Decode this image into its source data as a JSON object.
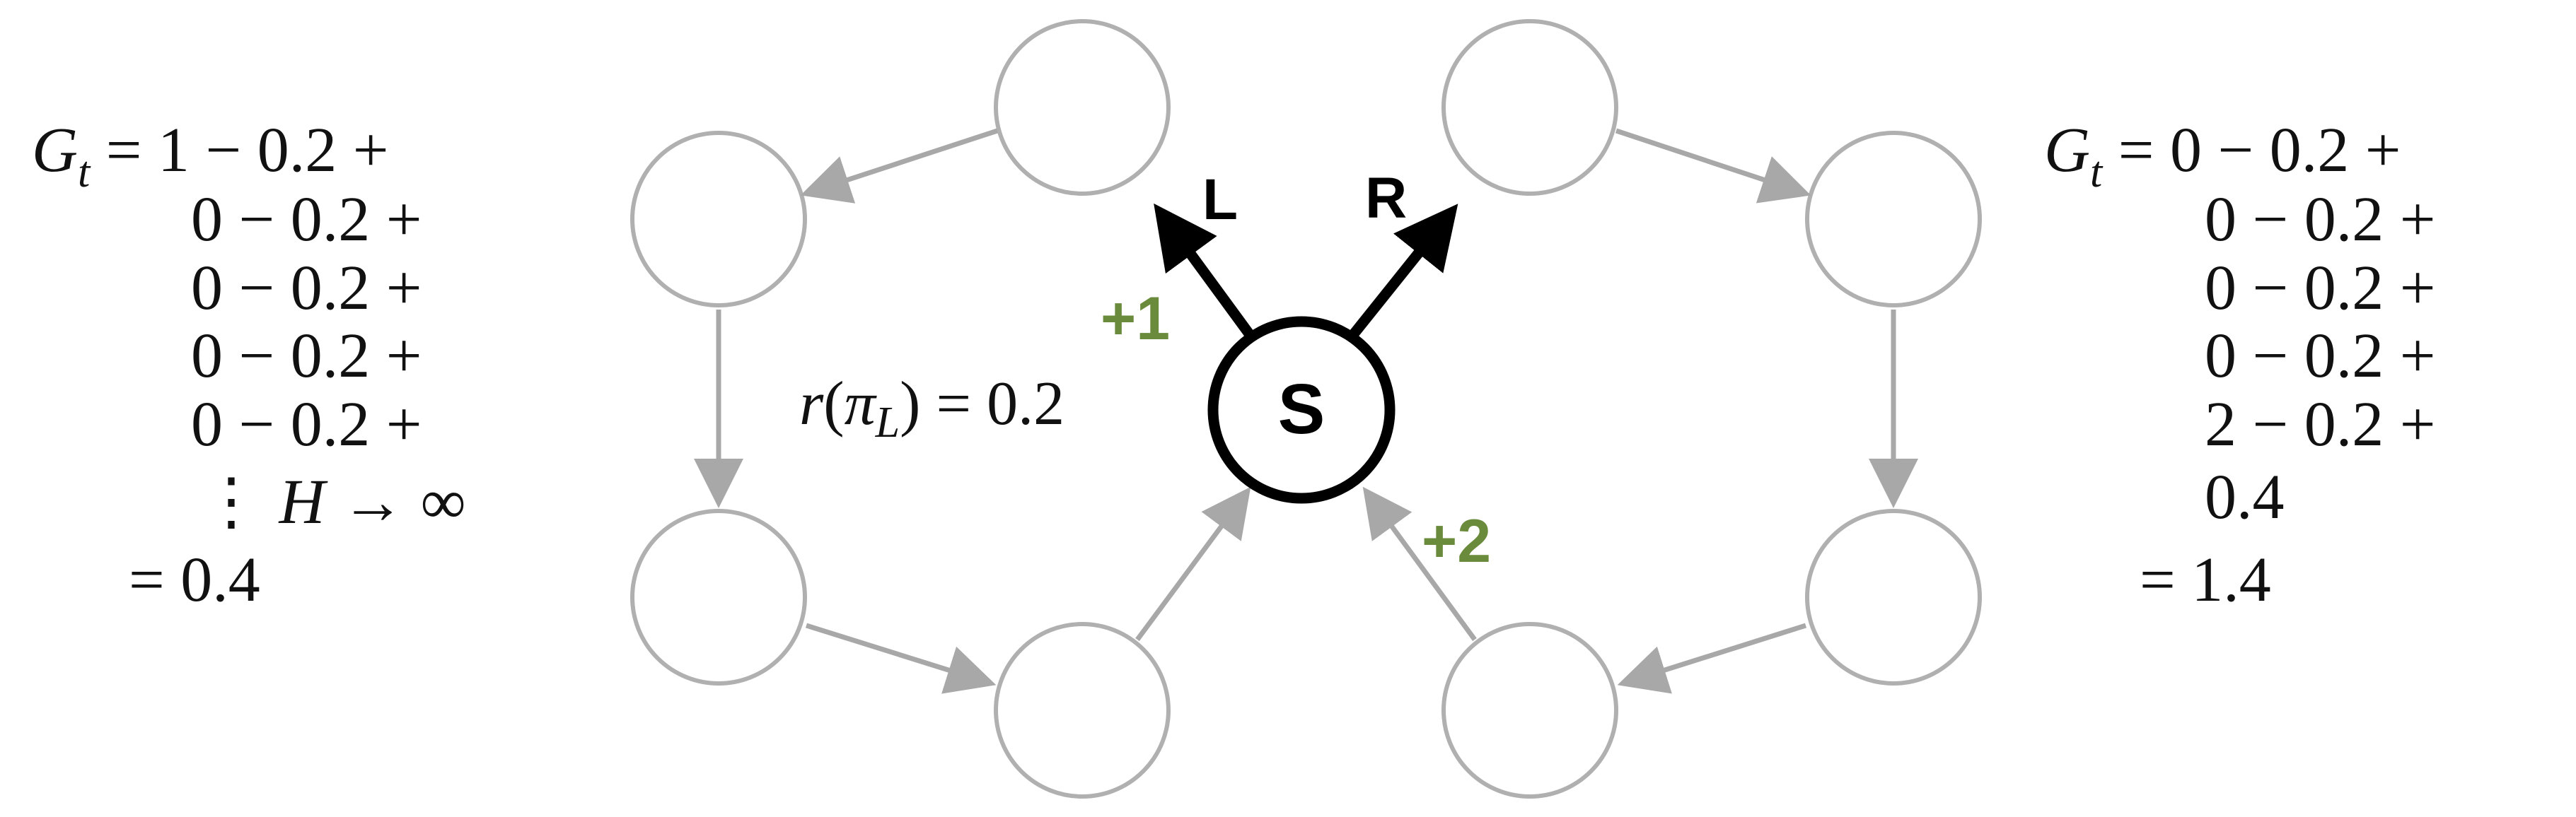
{
  "colors": {
    "node_stroke": "#b0b0b0",
    "edge": "#a8a8a8",
    "start_node": "#000000",
    "reward": "#6a8a3c",
    "text": "#111111"
  },
  "diagram": {
    "start_node_label": "S",
    "action_left_label": "L",
    "action_right_label": "R",
    "reward_left": "+1",
    "reward_right": "+2"
  },
  "policy_reward": {
    "r": "r",
    "pi": "π",
    "sub": "L",
    "value": "= 0.2"
  },
  "left_return": {
    "G": "G",
    "sub": "t",
    "rows": [
      "= 1 − 0.2 +",
      "0 − 0.2 +",
      "0 − 0.2 +",
      "0 − 0.2 +",
      "0 − 0.2 +"
    ],
    "ellipsis": "⋮",
    "horizon_var": "H",
    "horizon_arrow": "→ ∞",
    "result": "= 0.4"
  },
  "right_return": {
    "G": "G",
    "sub": "t",
    "rows": [
      "= 0 − 0.2 +",
      "0 − 0.2 +",
      "0 − 0.2 +",
      "0 − 0.2 +",
      "2 − 0.2 +",
      "0.4"
    ],
    "result": "= 1.4"
  }
}
